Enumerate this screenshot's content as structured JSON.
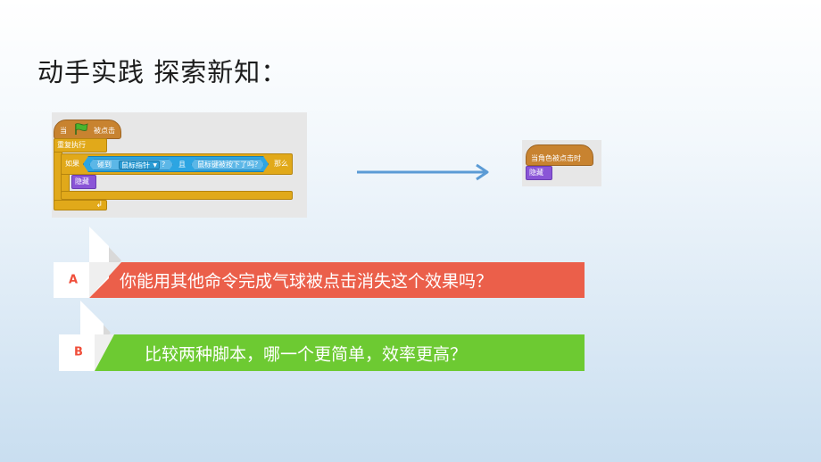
{
  "title": "动手实践 探索新知：",
  "left_script": {
    "hat_prefix": "当",
    "hat_suffix": "被点击",
    "forever": "重复执行",
    "if": "如果",
    "touching": "碰到",
    "dropdown": "鼠标指针",
    "q": "？",
    "and": "且",
    "mouse_down": "鼠标键被按下了吗？",
    "then": "那么",
    "hide": "隐藏"
  },
  "right_script": {
    "hat": "当角色被点击时",
    "hide": "隐藏"
  },
  "questions": [
    {
      "letter": "A",
      "text": "你能用其他命令完成气球被点击消失这个效果吗？",
      "color": "#eb5f4a"
    },
    {
      "letter": "B",
      "text": "比较两种脚本，哪一个更简单，效率更高？",
      "color": "#6dca32"
    }
  ],
  "colors": {
    "arrow": "#5b9bd5",
    "event": "#c88330",
    "control": "#e1a91a",
    "looks": "#8a55d7",
    "sensing": "#2ca5e2"
  }
}
